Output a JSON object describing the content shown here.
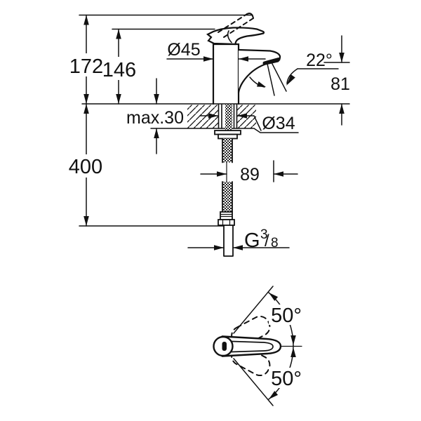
{
  "colors": {
    "background": "#ffffff",
    "line": "#111111"
  },
  "front_view": {
    "labels": {
      "total_height": "172",
      "body_height": "146",
      "deck_thickness": "max.30",
      "body_diameter": "Ø45",
      "spout_angle": "22°",
      "outlet_height": "81",
      "hole_diameter": "Ø34",
      "hose_length": "400",
      "projection": "89",
      "thread_label": "G 3/8",
      "thread_g": "G",
      "thread_numerator": "3",
      "thread_slash": "/",
      "thread_denominator": "8"
    }
  },
  "top_view": {
    "labels": {
      "swivel_angle_upper": "50°",
      "swivel_angle_lower": "50°"
    }
  }
}
